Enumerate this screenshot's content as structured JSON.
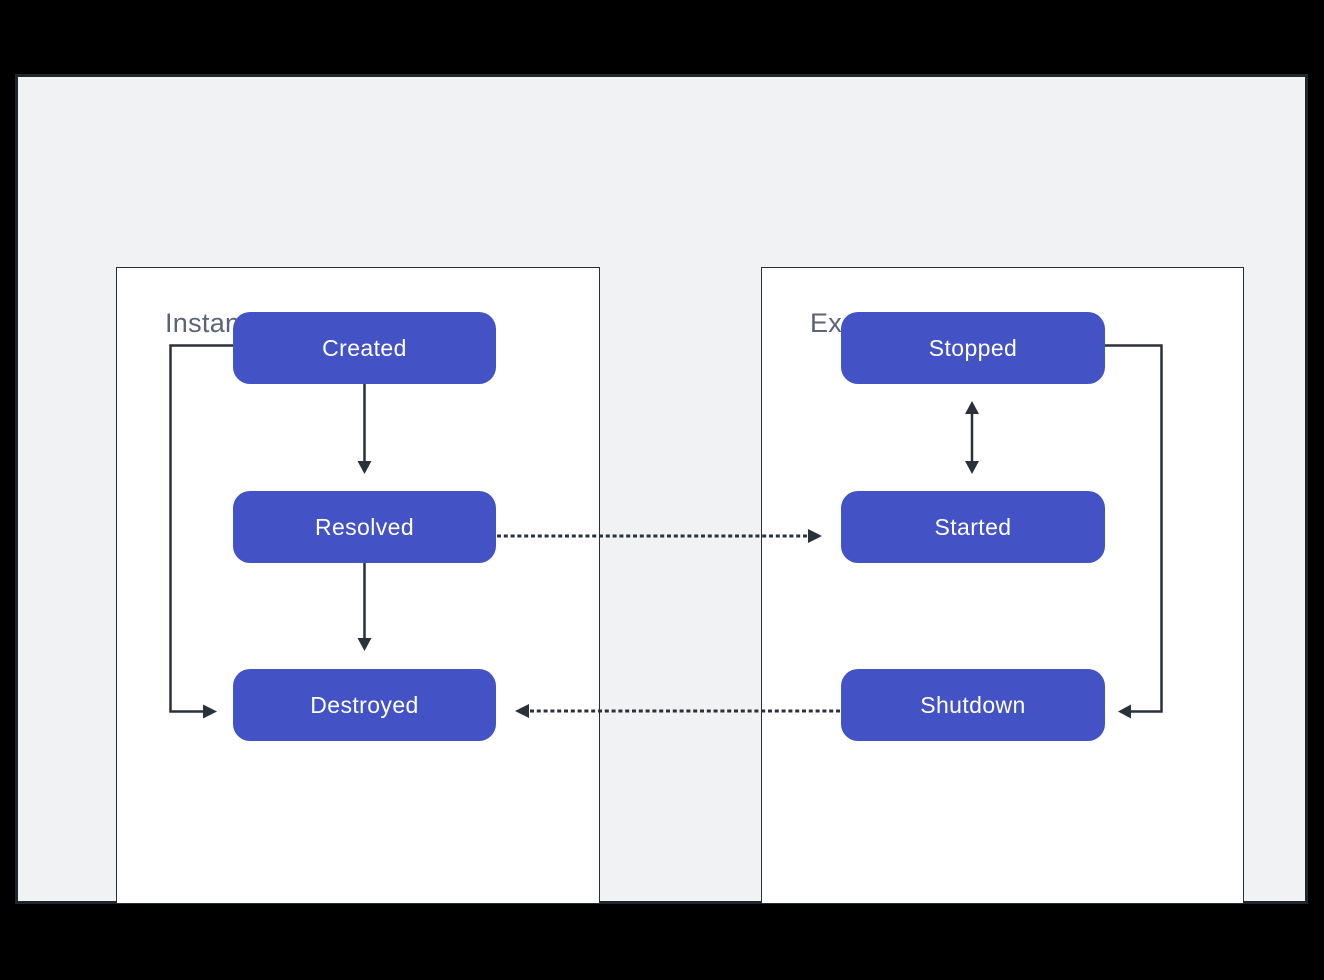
{
  "frame": {
    "background": "#000000"
  },
  "canvas": {
    "background": "#f0f2f4",
    "border_color": "#20262e"
  },
  "theme": {
    "node_fill": "#4352c4",
    "node_text_color": "#ffffff",
    "panel_background": "#ffffff",
    "panel_border_color": "#272e38",
    "title_color": "#5b6472",
    "arrow_color": "#2a313a"
  },
  "diagram": {
    "panels": [
      {
        "title": "Instance State",
        "nodes": [
          {
            "label": "Created"
          },
          {
            "label": "Resolved"
          },
          {
            "label": "Destroyed"
          }
        ]
      },
      {
        "title": "Execution State",
        "nodes": [
          {
            "label": "Stopped"
          },
          {
            "label": "Started"
          },
          {
            "label": "Shutdown"
          }
        ]
      }
    ],
    "edges": [
      {
        "from": "Created",
        "to": "Resolved",
        "style": "solid",
        "shape": "straight",
        "direction": "one-way"
      },
      {
        "from": "Resolved",
        "to": "Destroyed",
        "style": "solid",
        "shape": "straight",
        "direction": "one-way"
      },
      {
        "from": "Created",
        "to": "Destroyed",
        "style": "solid",
        "shape": "elbow-left",
        "direction": "one-way"
      },
      {
        "from": "Stopped",
        "to": "Started",
        "style": "solid",
        "shape": "straight",
        "direction": "two-way"
      },
      {
        "from": "Stopped",
        "to": "Shutdown",
        "style": "solid",
        "shape": "elbow-right",
        "direction": "one-way"
      },
      {
        "from": "Resolved",
        "to": "Started",
        "style": "dotted",
        "shape": "straight",
        "direction": "one-way"
      },
      {
        "from": "Shutdown",
        "to": "Destroyed",
        "style": "dotted",
        "shape": "straight",
        "direction": "one-way"
      }
    ]
  }
}
